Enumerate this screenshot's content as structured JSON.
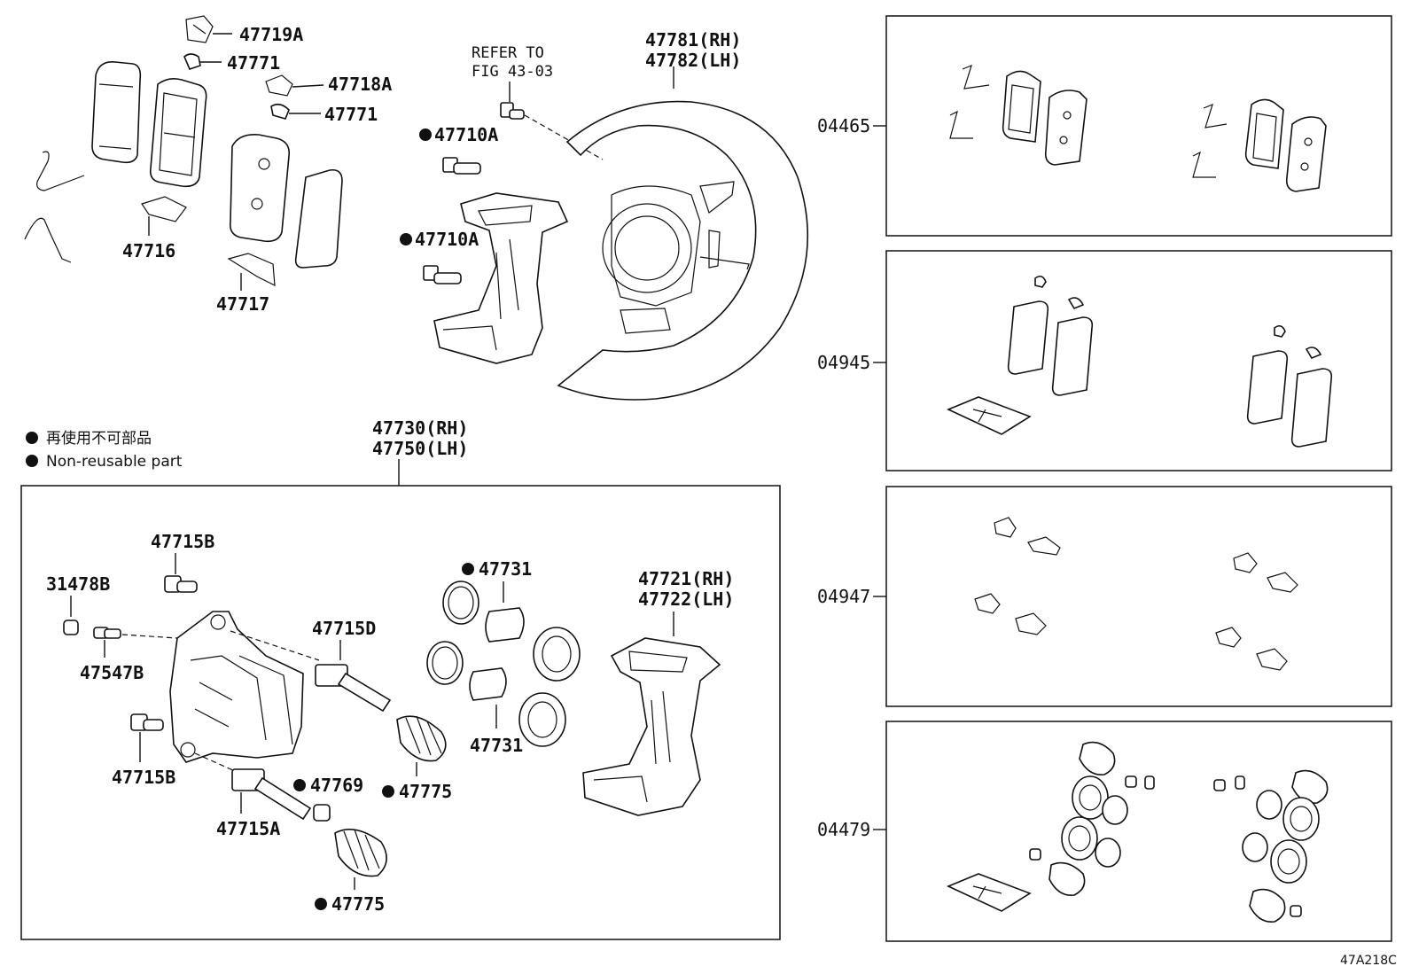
{
  "labels": {
    "p47719A": "47719A",
    "p47771a": "47771",
    "p47718A": "47718A",
    "p47771b": "47771",
    "p47716": "47716",
    "p47717": "47717",
    "refer1": "REFER TO",
    "refer2": "FIG 43-03",
    "p47710A_a": "47710A",
    "p47710A_b": "47710A",
    "p47781": "47781(RH)",
    "p47782": "47782(LH)",
    "p47730": "47730(RH)",
    "p47750": "47750(LH)",
    "p47715B_a": "47715B",
    "p31478B": "31478B",
    "p47547B": "47547B",
    "p47715B_b": "47715B",
    "p47715D": "47715D",
    "p47715A": "47715A",
    "p47769": "47769",
    "p47775_a": "47775",
    "p47775_b": "47775",
    "p47731_a": "47731",
    "p47731_b": "47731",
    "p47721": "47721(RH)",
    "p47722": "47722(LH)"
  },
  "legend": {
    "jp": "再使用不可部品",
    "en": "Non-reusable part"
  },
  "kits": [
    {
      "code": "04465"
    },
    {
      "code": "04945"
    },
    {
      "code": "04947"
    },
    {
      "code": "04479"
    }
  ],
  "figure_id": "47A218C"
}
